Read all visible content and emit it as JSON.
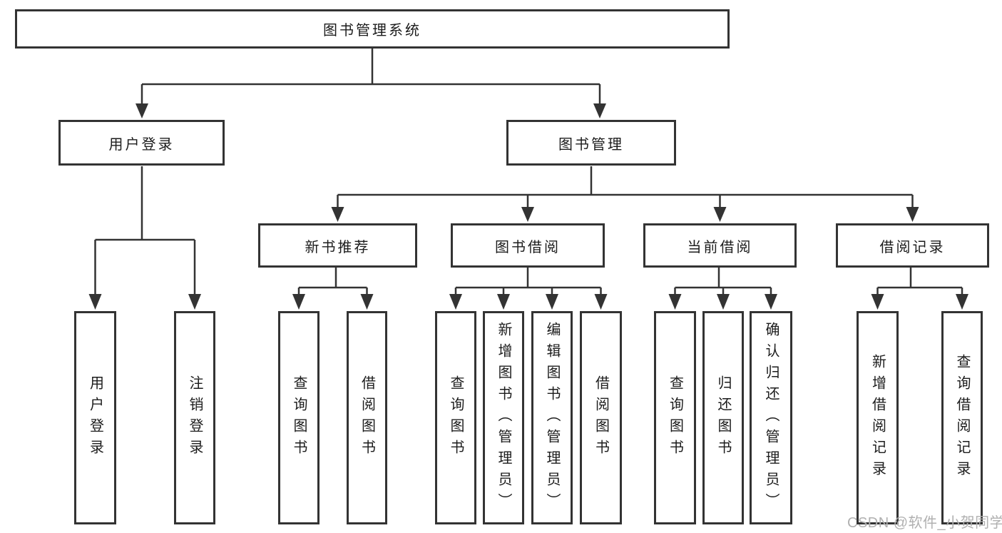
{
  "diagram": {
    "type": "hierarchy-flowchart",
    "title": "图书管理系统"
  },
  "colors": {
    "line": "#333333",
    "border": "#333333",
    "text": "#1c1c1c",
    "background": "#ffffff",
    "watermark": "#b0b0b0"
  },
  "nodes": {
    "root": "图书管理系统",
    "user_login": "用户登录",
    "book_management": "图书管理",
    "new_book_recommend": "新书推荐",
    "book_borrow": "图书借阅",
    "current_borrow": "当前借阅",
    "borrow_records": "借阅记录",
    "user_login_leaf": "用户登录",
    "logout_leaf": "注销登录",
    "nbr_query_books": "查询图书",
    "nbr_borrow_books": "借阅图书",
    "bb_query_books": "查询图书",
    "bb_add_books": "新增图书（管理员）",
    "bb_edit_books": "编辑图书（管理员）",
    "bb_borrow_books": "借阅图书",
    "cb_query_books": "查询图书",
    "cb_return_books": "归还图书",
    "cb_confirm_return": "确认归还（管理员）",
    "br_add_record": "新增借阅记录",
    "br_query_record": "查询借阅记录"
  },
  "watermark": {
    "text": "CSDN @软件_小贺同学"
  }
}
